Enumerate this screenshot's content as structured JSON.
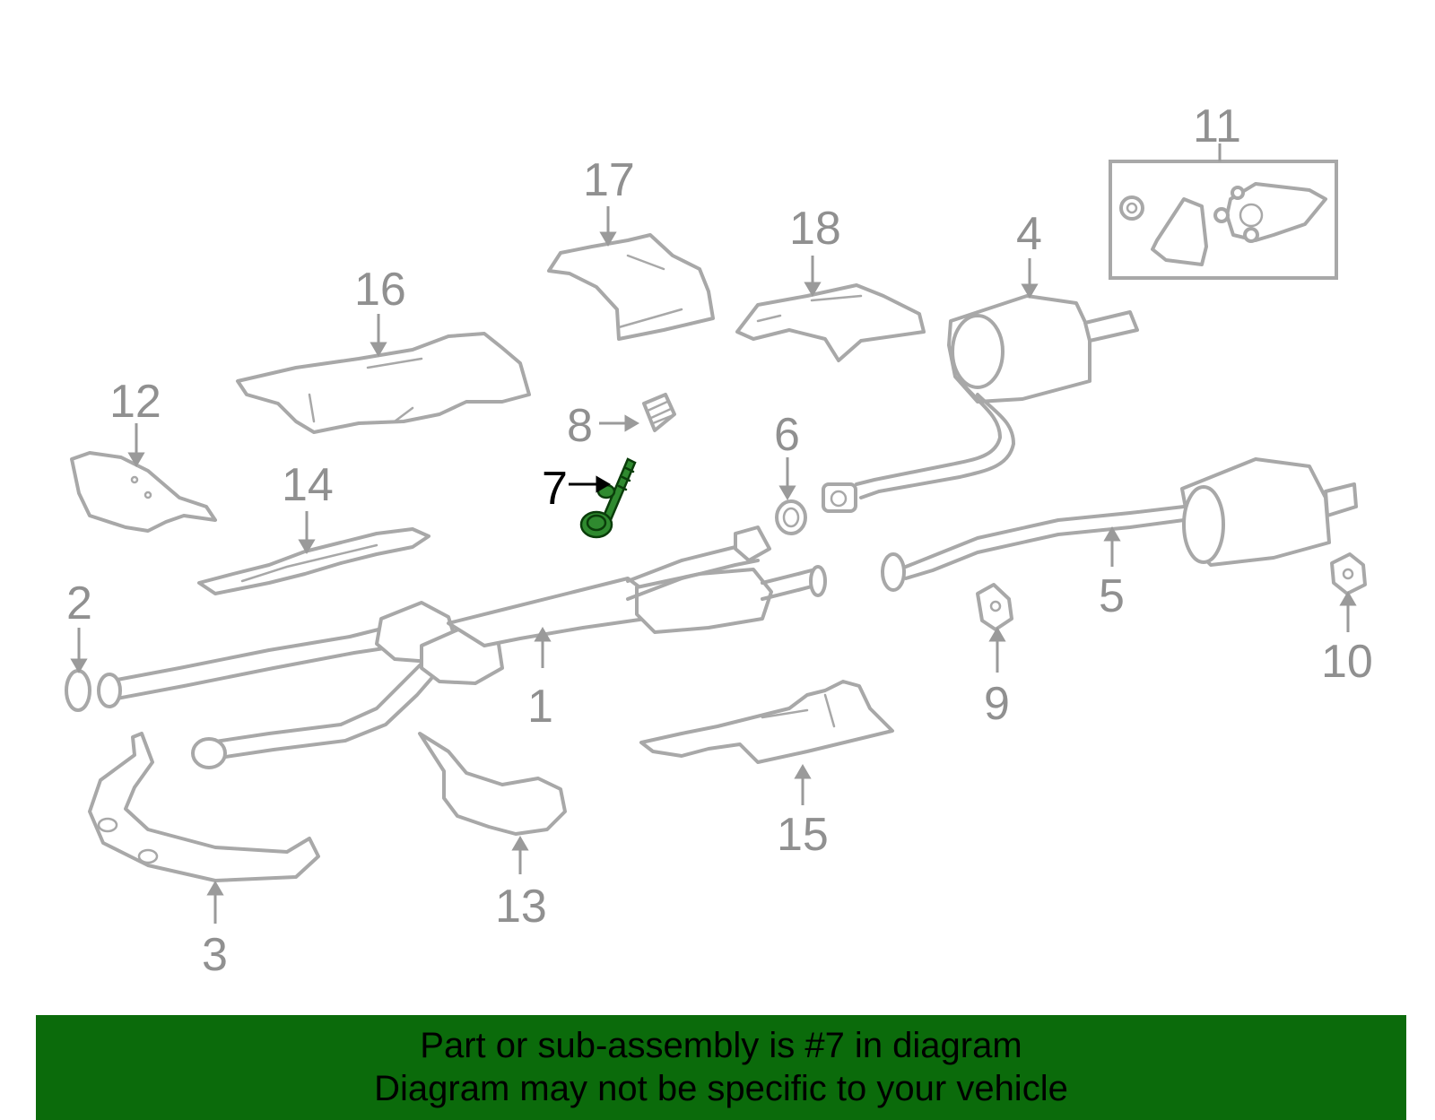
{
  "callouts": [
    {
      "id": "1",
      "label": "1"
    },
    {
      "id": "2",
      "label": "2"
    },
    {
      "id": "3",
      "label": "3"
    },
    {
      "id": "4",
      "label": "4"
    },
    {
      "id": "5",
      "label": "5"
    },
    {
      "id": "6",
      "label": "6"
    },
    {
      "id": "7",
      "label": "7",
      "highlighted": true
    },
    {
      "id": "8",
      "label": "8"
    },
    {
      "id": "9",
      "label": "9"
    },
    {
      "id": "10",
      "label": "10"
    },
    {
      "id": "11",
      "label": "11"
    },
    {
      "id": "12",
      "label": "12"
    },
    {
      "id": "13",
      "label": "13"
    },
    {
      "id": "14",
      "label": "14"
    },
    {
      "id": "15",
      "label": "15"
    },
    {
      "id": "16",
      "label": "16"
    },
    {
      "id": "17",
      "label": "17"
    },
    {
      "id": "18",
      "label": "18"
    }
  ],
  "banner": {
    "line1": "Part or sub-assembly is #7 in diagram",
    "line2": "Diagram may not be specific to your vehicle"
  },
  "colors": {
    "banner_bg": "#0b6b0b",
    "highlight_part": "#2f8a2f",
    "part_outline": "#a8a8a8"
  }
}
